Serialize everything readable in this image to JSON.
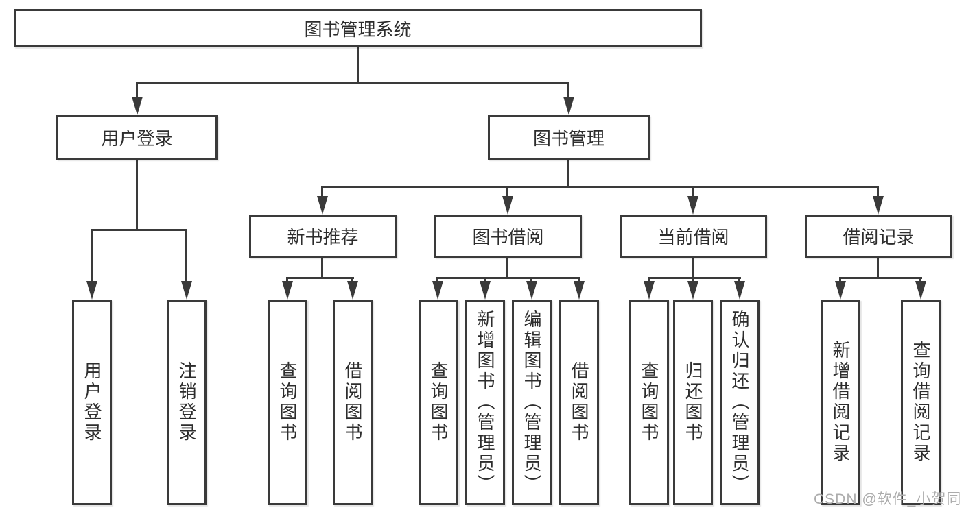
{
  "root": {
    "label": "图书管理系统"
  },
  "level2": {
    "user_login": {
      "label": "用户登录"
    },
    "book_mgmt": {
      "label": "图书管理"
    }
  },
  "level3": {
    "new_books": {
      "label": "新书推荐"
    },
    "book_borrow": {
      "label": "图书借阅"
    },
    "current_borrow": {
      "label": "当前借阅"
    },
    "borrow_records": {
      "label": "借阅记录"
    }
  },
  "leaves": {
    "user_login": [
      "用户登录",
      "注销登录"
    ],
    "new_books": [
      "查询图书",
      "借阅图书"
    ],
    "book_borrow": [
      "查询图书",
      "新增图书（管理员）",
      "编辑图书（管理员）",
      "借阅图书"
    ],
    "current_borrow": [
      "查询图书",
      "归还图书",
      "确认归还（管理员）"
    ],
    "borrow_records": [
      "新增借阅记录",
      "查询借阅记录"
    ]
  },
  "watermark": "CSDN @软件_小贺同学",
  "colors": {
    "line": "#3a3a3a",
    "text": "#2d2d2d",
    "watermark": "#acacac",
    "node_bg": "#ffffff"
  }
}
